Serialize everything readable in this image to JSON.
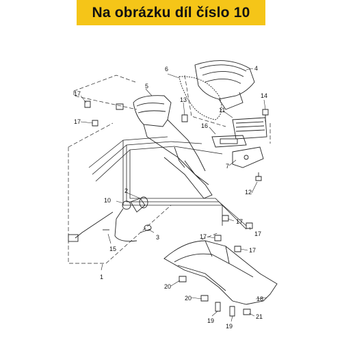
{
  "banner": {
    "text": "Na obrázku díl číslo 10"
  },
  "callouts": {
    "c1": "1",
    "c2": "2",
    "c3": "3",
    "c4": "4",
    "c5": "5",
    "c6": "6",
    "c7": "7",
    "c10": "10",
    "c11": "11",
    "c12": "12",
    "c13": "13",
    "c14": "14",
    "c15": "15",
    "c16": "16",
    "c17": "17",
    "c18": "18",
    "c19": "19",
    "c20": "20",
    "c21": "21"
  },
  "colors": {
    "banner": "#f5c518",
    "line": "#222222"
  }
}
